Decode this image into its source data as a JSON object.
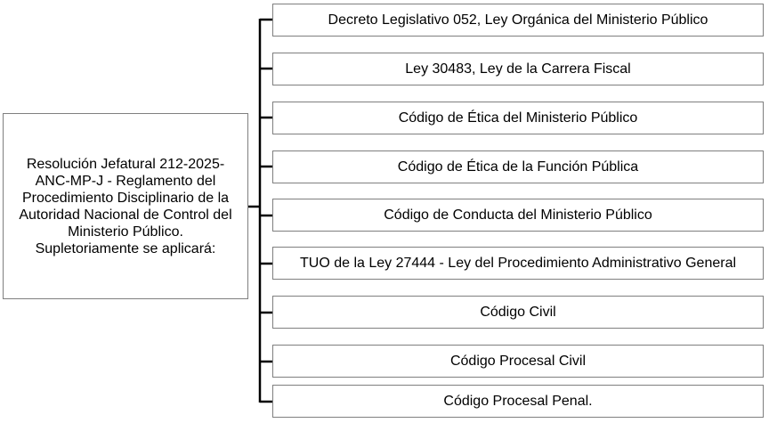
{
  "root": {
    "lines": [
      "Resolución Jefatural 212-2025-",
      "ANC-MP-J - Reglamento del",
      "Procedimiento Disciplinario de la",
      "Autoridad Nacional de Control del",
      "Ministerio Público.",
      "Supletoriamente se aplicará:"
    ]
  },
  "items": [
    "Decreto Legislativo 052, Ley Orgánica del Ministerio Público",
    "Ley 30483, Ley de la Carrera Fiscal",
    "Código de Ética del Ministerio Público",
    "Código de Ética de la Función Pública",
    "Código de Conducta del Ministerio Público",
    "TUO de la Ley 27444 - Ley del Procedimiento Administrativo General",
    "Código Civil",
    "Código Procesal Civil",
    "Código Procesal Penal."
  ],
  "colors": {
    "connector": "#000000",
    "box_border": "#7f7f7f"
  }
}
